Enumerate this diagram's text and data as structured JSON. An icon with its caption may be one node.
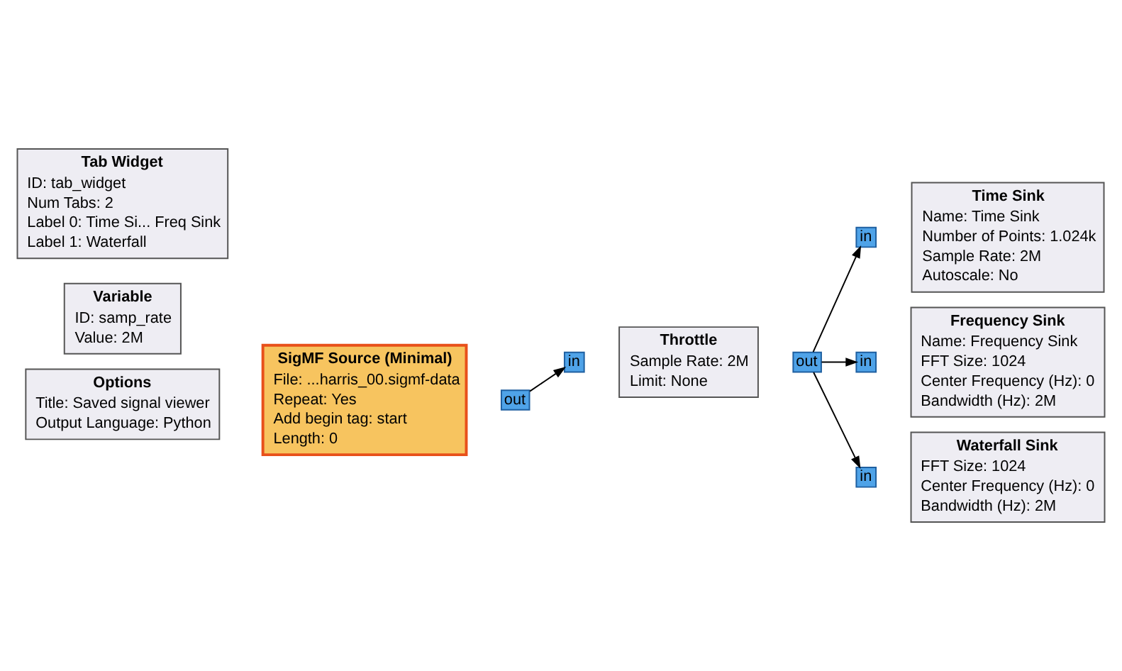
{
  "diagram": {
    "nodes": [
      {
        "text": [
          "Options",
          "Title: Saved signal viewer",
          "Output Language: Python"
        ]
      },
      {
        "text": [
          "Variable",
          "ID: samp_rate",
          "Value: 2M"
        ]
      },
      {
        "text": [
          "Tab Widget",
          "ID: tab_widget",
          "Num Tabs: 2",
          "Label 0: Time Si... Freq Sink",
          "Label 1: Waterfall"
        ]
      },
      {
        "text": [
          "SigMF Source (Minimal)",
          "File: ...harris_00.sigmf-data",
          "Repeat: Yes",
          "Add begin tag: start",
          "Length: 0"
        ]
      },
      {
        "text": [
          "out"
        ]
      },
      {
        "text": [
          "in"
        ]
      },
      {
        "text": [
          "Throttle",
          "Sample Rate: 2M",
          "Limit: None"
        ]
      },
      {
        "text": [
          "out"
        ]
      },
      {
        "text": [
          "in"
        ]
      },
      {
        "text": [
          "Time Sink",
          "Name: Time Sink",
          "Number of Points: 1.024k",
          "Sample Rate: 2M",
          "Autoscale: No"
        ]
      },
      {
        "text": [
          "in"
        ]
      },
      {
        "text": [
          "Frequency Sink",
          "Name: Frequency Sink",
          "FFT Size: 1024",
          "Center Frequency (Hz): 0",
          "Bandwidth (Hz): 2M"
        ]
      },
      {
        "text": [
          "in"
        ]
      },
      {
        "text": [
          "Waterfall Sink",
          "FFT Size: 1024",
          "Center Frequency (Hz): 0",
          "Bandwidth (Hz): 2M"
        ]
      }
    ],
    "edges": [
      {
        "from": 4,
        "to": 5,
        "arrow": "to"
      },
      {
        "from": 7,
        "to": 8,
        "arrow": "to"
      },
      {
        "from": 7,
        "to": 10,
        "arrow": "to"
      },
      {
        "from": 7,
        "to": 12,
        "arrow": "to"
      }
    ]
  }
}
